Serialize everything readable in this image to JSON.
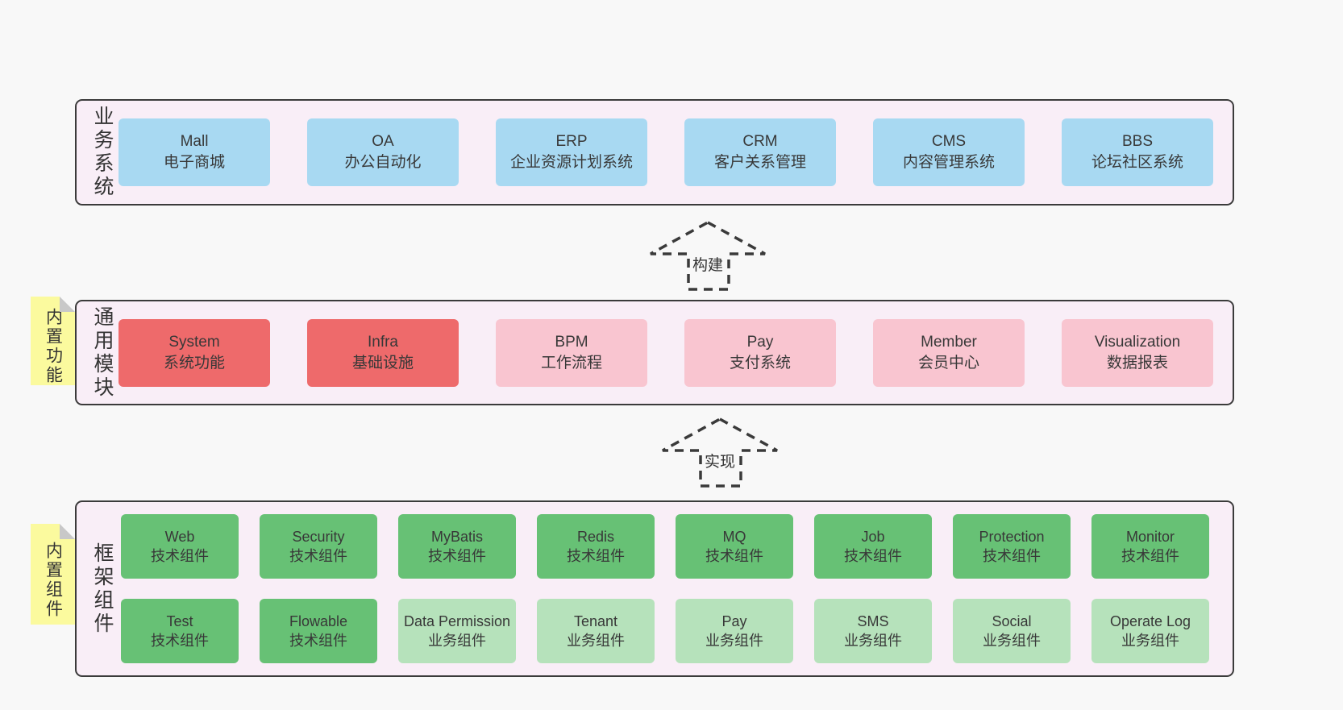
{
  "colors": {
    "page_bg": "#f8f8f8",
    "layer_bg": "#f9eef7",
    "layer_border": "#3b3b3b",
    "business_box": "#a8d9f2",
    "core_module_box": "#ee6a6b",
    "module_box": "#f9c5d0",
    "tech_component_box": "#67c175",
    "biz_component_box": "#b6e2bb",
    "sticky_note": "#fbfa9e",
    "text": "#333333"
  },
  "layers": [
    {
      "label_vertical": "业务系统",
      "boxes": [
        {
          "name": "Mall",
          "desc": "电子商城"
        },
        {
          "name": "OA",
          "desc": "办公自动化"
        },
        {
          "name": "ERP",
          "desc": "企业资源计划系统"
        },
        {
          "name": "CRM",
          "desc": "客户关系管理"
        },
        {
          "name": "CMS",
          "desc": "内容管理系统"
        },
        {
          "name": "BBS",
          "desc": "论坛社区系统"
        }
      ]
    },
    {
      "label_vertical": "通用模块",
      "note": "内置功能",
      "boxes": [
        {
          "name": "System",
          "desc": "系统功能"
        },
        {
          "name": "Infra",
          "desc": "基础设施"
        },
        {
          "name": "BPM",
          "desc": "工作流程"
        },
        {
          "name": "Pay",
          "desc": "支付系统"
        },
        {
          "name": "Member",
          "desc": "会员中心"
        },
        {
          "name": "Visualization",
          "desc": "数据报表"
        }
      ]
    },
    {
      "label_vertical": "框架组件",
      "note": "内置组件",
      "rows": [
        [
          {
            "name": "Web",
            "desc": "技术组件"
          },
          {
            "name": "Security",
            "desc": "技术组件"
          },
          {
            "name": "MyBatis",
            "desc": "技术组件"
          },
          {
            "name": "Redis",
            "desc": "技术组件"
          },
          {
            "name": "MQ",
            "desc": "技术组件"
          },
          {
            "name": "Job",
            "desc": "技术组件"
          },
          {
            "name": "Protection",
            "desc": "技术组件"
          },
          {
            "name": "Monitor",
            "desc": "技术组件"
          }
        ],
        [
          {
            "name": "Test",
            "desc": "技术组件"
          },
          {
            "name": "Flowable",
            "desc": "技术组件"
          },
          {
            "name": "Data Permission",
            "desc": "业务组件"
          },
          {
            "name": "Tenant",
            "desc": "业务组件"
          },
          {
            "name": "Pay",
            "desc": "业务组件"
          },
          {
            "name": "SMS",
            "desc": "业务组件"
          },
          {
            "name": "Social",
            "desc": "业务组件"
          },
          {
            "name": "Operate Log",
            "desc": "业务组件"
          }
        ]
      ]
    }
  ],
  "arrows": [
    {
      "label": "构建"
    },
    {
      "label": "实现"
    }
  ]
}
